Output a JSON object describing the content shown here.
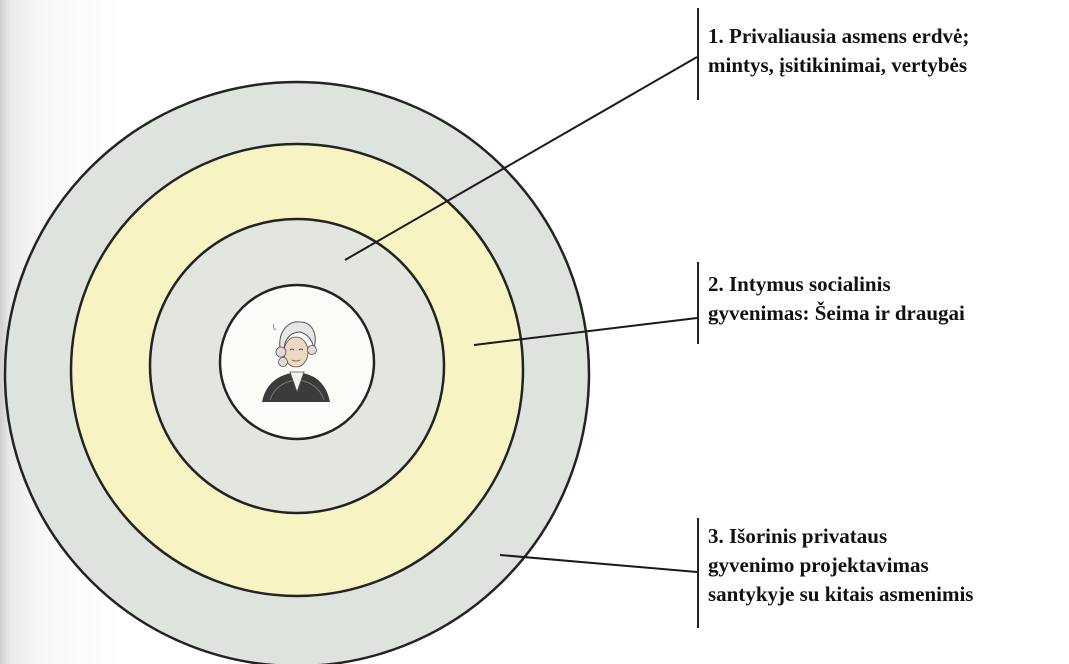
{
  "labels": {
    "l1": {
      "line1": "1. Privaliausia asmens erdvė;",
      "line2": "mintys, įsitikinimai, vertybės"
    },
    "l2": {
      "line1": "2. Intymus socialinis",
      "line2": "gyvenimas: Šeima ir draugai"
    },
    "l3": {
      "line1": "3. Išorinis privataus",
      "line2": "gyvenimo projektavimas",
      "line3": "santykyje su kitais asmenimis"
    }
  },
  "colors": {
    "outer_ring": "#dfe3dd",
    "middle_ring": "#f8f3c3",
    "inner_ring": "#e3e6df",
    "core": "#fbfbf7",
    "stroke": "#232323"
  },
  "center_image": "portrait-engraving"
}
